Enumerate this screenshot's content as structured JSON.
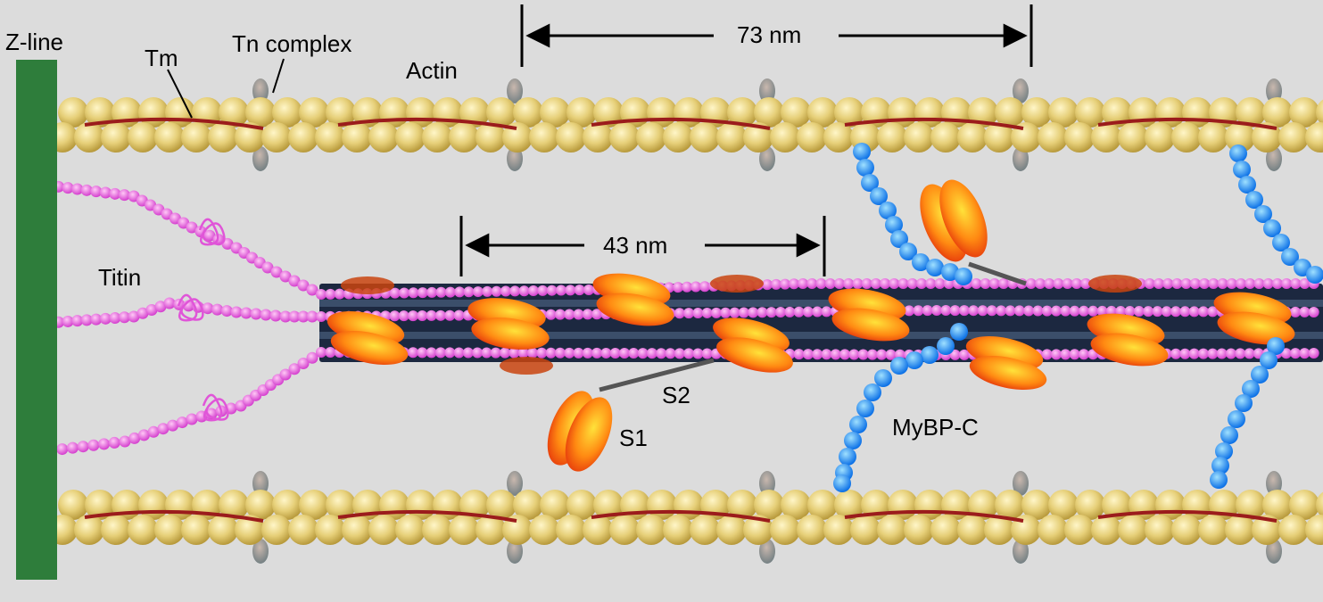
{
  "labels": {
    "z_line": "Z-line",
    "tm": "Tm",
    "tn_complex": "Tn complex",
    "actin": "Actin",
    "span_73": "73 nm",
    "span_43": "43 nm",
    "titin": "Titin",
    "s2": "S2",
    "s1": "S1",
    "mybpc": "MyBP-C"
  },
  "colors": {
    "background": "#dcdcdc",
    "z_line": "#2e7d3b",
    "actin": "#e2cd7a",
    "tropomyosin": "#9b1c1c",
    "troponin": "#8a9aa0",
    "titin": "#e055d8",
    "myosin_head": "#ff7a10",
    "thick_filament": "#1c2840",
    "mybpc": "#1f8fff"
  }
}
